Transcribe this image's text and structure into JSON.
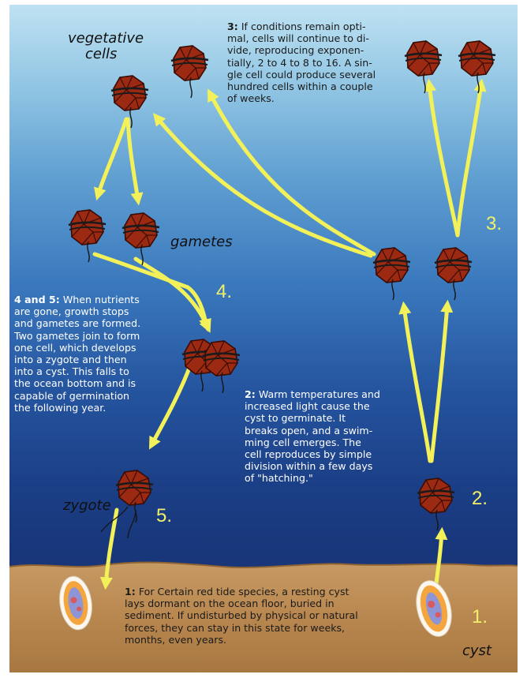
{
  "labels": {
    "vegetative": "vegetative",
    "cells": "cells",
    "gametes": "gametes",
    "zygote": "zygote",
    "cyst": "cyst"
  },
  "stage_numbers": {
    "one": "1.",
    "two": "2.",
    "three": "3.",
    "four": "4.",
    "five": "5."
  },
  "captions": {
    "step3_num": "3:",
    "step3": "If conditions remain opti-\nmal, cells will continue to di-\nvide, reproducing exponen-\ntially, 2 to 4 to 8 to 16. A sin-\ngle cell could produce several\nhundred cells within a couple\nof weeks.",
    "step45_num": "4 and 5:",
    "step45": "When nutrients\nare gone, growth stops\nand gametes are formed.\nTwo gametes join to form\none cell, which develops\ninto a zygote and then\ninto a cyst. This falls to\nthe ocean bottom and is\ncapable of germination\nthe following year.",
    "step2_num": "2:",
    "step2": "Warm temperatures and\nincreased light cause the\ncyst to germinate. It\nbreaks open, and a swim-\nming cell emerges. The\ncell reproduces by simple\ndivision within a few days\nof \"hatching.\"",
    "step1_num": "1:",
    "step1": "For Certain red tide species, a resting cyst\nlays dormant on the ocean floor, buried in\nsediment. If undisturbed by physical or natural\nforces, they can stay in this state for weeks,\nmonths, even years."
  },
  "colors": {
    "arrow": "#f3f159",
    "cell": "#9c2a12",
    "sediment": "#b98a55",
    "cyst_outer": "#f4a53c"
  }
}
